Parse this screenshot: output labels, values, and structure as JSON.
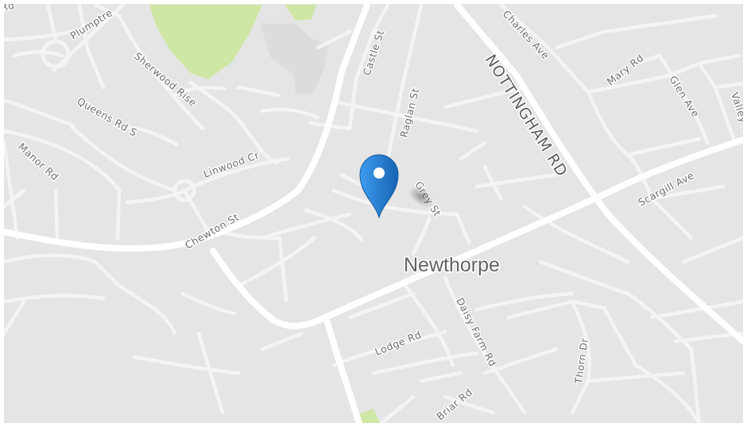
{
  "map": {
    "place": "Newthorpe",
    "colors": {
      "land": "#e5e5e5",
      "park": "#cfe7a4",
      "minor_road": "#f4f4f4",
      "major_road": "#ffffff",
      "label": "#6e6e6e",
      "marker": "#1f7ed9"
    },
    "streets": {
      "rd_fragment": "Rd",
      "plumptre": "Plumptre",
      "castle_st": "Castle St",
      "charles_ave": "Charles Ave",
      "nottingham_rd": "NOTTINGHAM RD",
      "mary_rd": "Mary Rd",
      "glen_ave": "Glen Ave",
      "valley_rd": "Valley Rd",
      "sherwood_rise": "Sherwood Rise",
      "queens_rd_s": "Queens Rd S",
      "raglan_st": "Raglan St",
      "manor_rd": "Manor Rd",
      "linwood_cr": "Linwood Cr",
      "grey_st": "Grey St",
      "scargill_ave": "Scargill Ave",
      "chewton_st": "Chewton St",
      "daisy_farm_rd": "Daisy Farm Rd",
      "lodge_rd": "Lodge Rd",
      "thorn_dr": "Thorn Dr",
      "briar_rd": "Briar Rd"
    },
    "marker": {
      "icon": "location-pin-icon"
    }
  }
}
